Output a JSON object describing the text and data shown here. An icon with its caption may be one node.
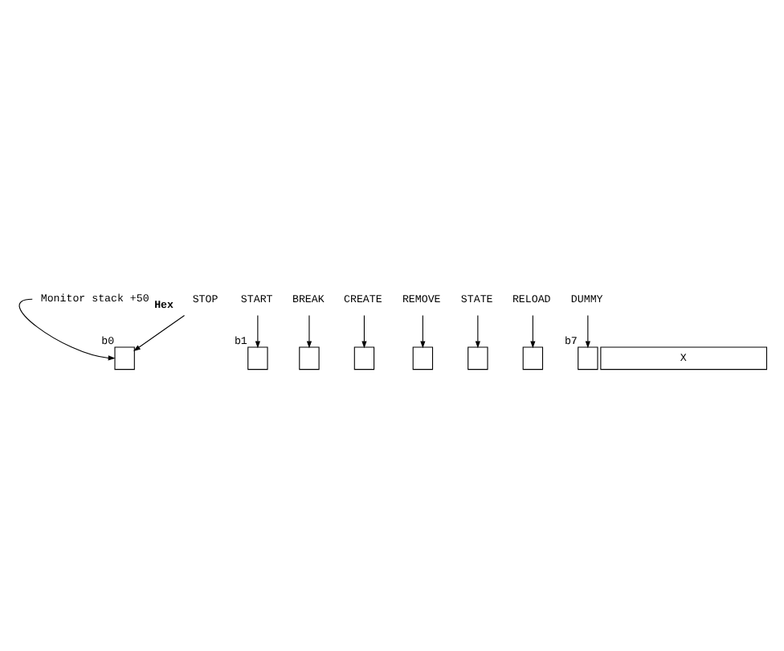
{
  "diagram": {
    "nodes": [
      {
        "text": [
          "STOP"
        ]
      },
      {
        "text": [
          "START"
        ]
      },
      {
        "text": [
          "BREAK"
        ]
      },
      {
        "text": [
          "CREATE"
        ]
      },
      {
        "text": [
          "REMOVE"
        ]
      },
      {
        "text": [
          "STATE"
        ]
      },
      {
        "text": [
          "RELOAD"
        ]
      },
      {
        "text": [
          "DUMMY"
        ]
      },
      {
        "text": [],
        "shape": "box",
        "beside": [
          "b0"
        ]
      },
      {
        "text": [],
        "shape": "box",
        "beside": [
          "b1"
        ]
      },
      {
        "text": [],
        "shape": "box"
      },
      {
        "text": [],
        "shape": "box"
      },
      {
        "text": [],
        "shape": "box"
      },
      {
        "text": [],
        "shape": "box"
      },
      {
        "text": [],
        "shape": "box"
      },
      {
        "text": [],
        "shape": "box",
        "beside": [
          "b7"
        ]
      },
      {
        "text": [
          "X"
        ]
      },
      {
        "text": [
          "Monitor stack +50$_{Hex}$"
        ]
      }
    ],
    "edges": [
      {
        "from": 0,
        "to": 8,
        "arrow": "to"
      },
      {
        "from": 1,
        "to": 9,
        "arrow": "to"
      },
      {
        "from": 2,
        "to": 10,
        "arrow": "to"
      },
      {
        "from": 3,
        "to": 11,
        "arrow": "to"
      },
      {
        "from": 4,
        "to": 12,
        "arrow": "to"
      },
      {
        "from": 5,
        "to": 13,
        "arrow": "to"
      },
      {
        "from": 6,
        "to": 14,
        "arrow": "to"
      },
      {
        "from": 7,
        "to": 15,
        "arrow": "to"
      },
      {
        "from": 17,
        "to": 8,
        "arrow": "to"
      }
    ]
  }
}
